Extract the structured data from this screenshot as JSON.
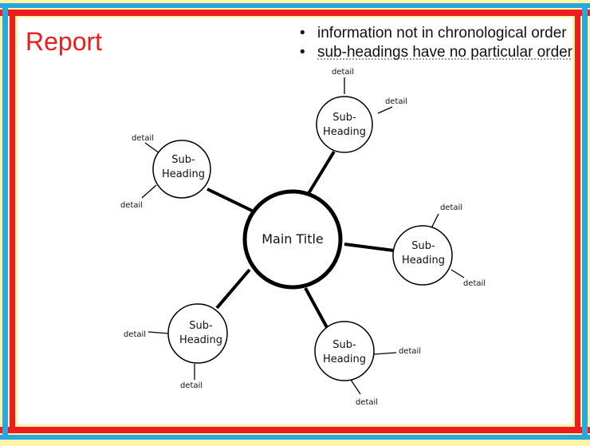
{
  "slide": {
    "title": "Report",
    "bullets": [
      "information not in chronological order",
      "sub-headings have no particular order"
    ],
    "colors": {
      "title": "#ee1c1c",
      "border_red": "#ee1c1c",
      "border_blue": "#29a8e0",
      "border_yellow": "#fff3a8"
    }
  },
  "diagram": {
    "center_label": "Main Title",
    "subheadings": [
      {
        "label_line1": "Sub-",
        "label_line2": "Heading",
        "details": [
          "detail",
          "detail"
        ]
      },
      {
        "label_line1": "Sub-",
        "label_line2": "Heading",
        "details": [
          "detail",
          "detail"
        ]
      },
      {
        "label_line1": "Sub-",
        "label_line2": "Heading",
        "details": [
          "detail",
          "detail"
        ]
      },
      {
        "label_line1": "Sub-",
        "label_line2": "Heading",
        "details": [
          "detail",
          "detail"
        ]
      },
      {
        "label_line1": "Sub-",
        "label_line2": "Heading",
        "details": [
          "detail",
          "detail"
        ]
      }
    ]
  }
}
